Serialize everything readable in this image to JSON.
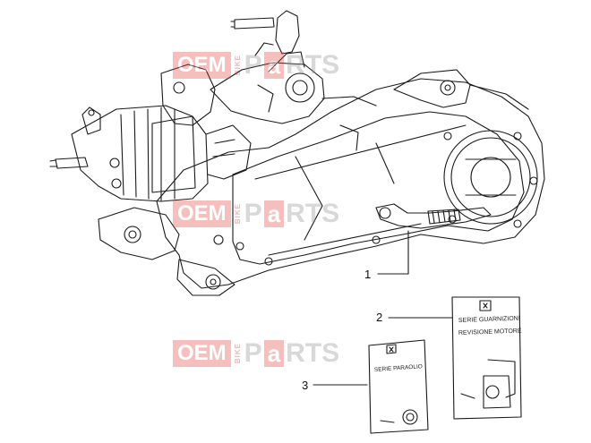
{
  "callouts": {
    "part_1": "1",
    "part_2": "2",
    "part_3": "3"
  },
  "cards": {
    "gasket_set_line1": "SERIE GUARNIZIONI",
    "gasket_set_line2": "REVISIONE MOTORE",
    "seal_set": "SERIE PARAOLIO"
  },
  "watermark": {
    "oem": "OEM",
    "bike": "BIKE",
    "p": "P",
    "a": "a",
    "rts": "RTS",
    "brand_color": "#e0403a"
  }
}
